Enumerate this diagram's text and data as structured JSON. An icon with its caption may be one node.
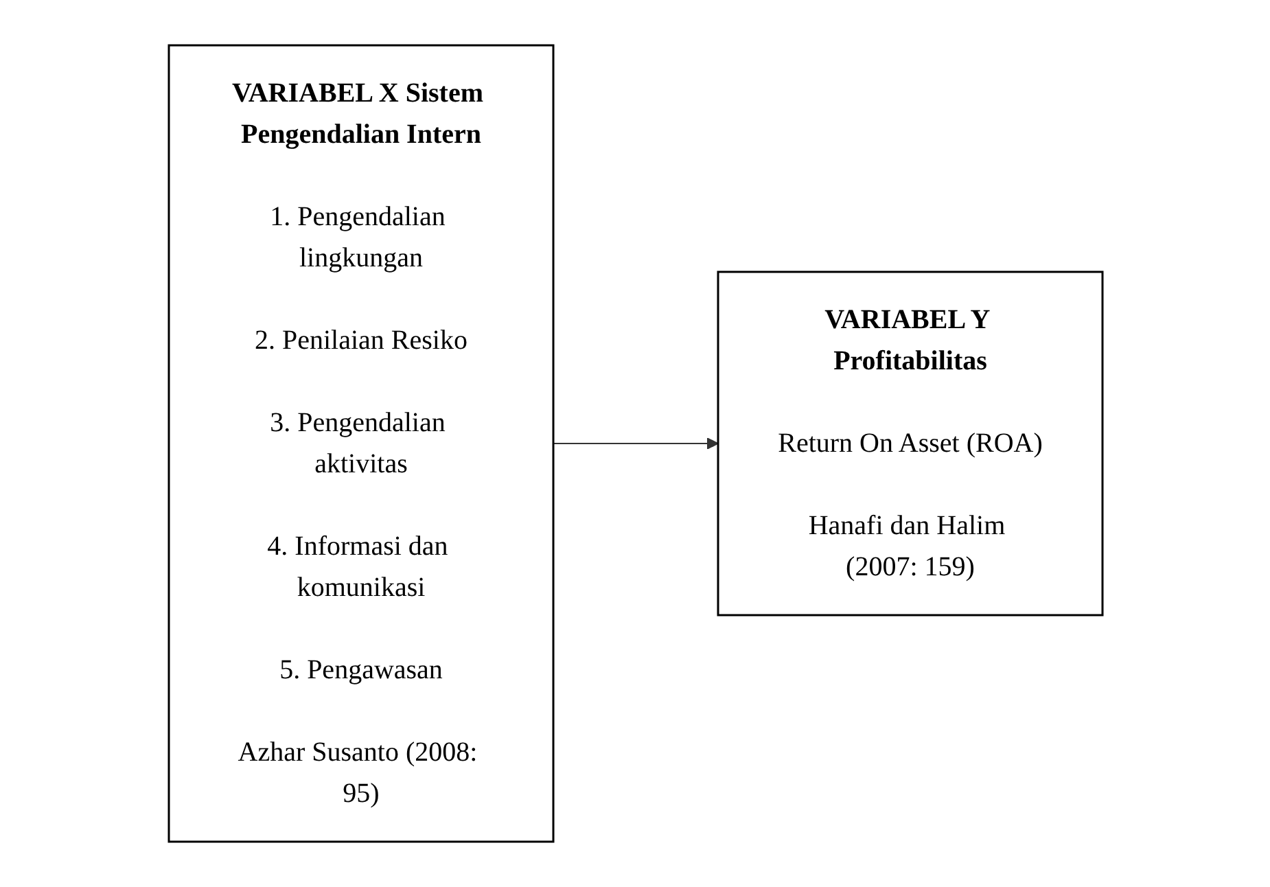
{
  "diagram": {
    "nodes": [
      {
        "text": [
          "VARIABEL X Sistem Pengendalian Intern",
          "1. Pengendalian lingkungan",
          "2. Penilaian Resiko",
          "3. Pengendalian aktivitas",
          "4. Informasi dan komunikasi",
          "5. Pengawasan",
          "Azhar Susanto (2008: 95)"
        ]
      },
      {
        "text": [
          "VARIABEL Y Profitabilitas",
          "Return On Asset (ROA)",
          "Hanafi dan Halim (2007: 159)"
        ]
      }
    ],
    "edges": [
      {
        "from": 0,
        "to": 1,
        "arrow": "to"
      }
    ]
  }
}
